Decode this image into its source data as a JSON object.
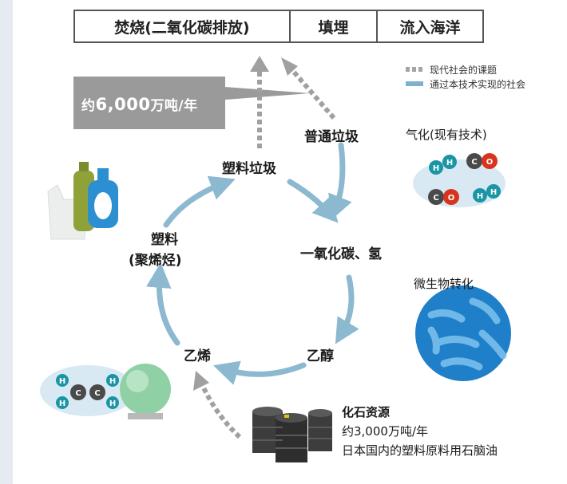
{
  "top_bar": [
    "焚烧(二氧化碳排放)",
    "填埋",
    "流入海洋"
  ],
  "legend": {
    "dotted": "现代社会的课题",
    "solid": "通过本技术实现的社会"
  },
  "emission": {
    "prefix": "约",
    "value": "6,000",
    "unit": "万吨/年"
  },
  "nodes": {
    "general_waste": "普通垃圾",
    "plastic_waste": "塑料垃圾",
    "co_h2": "一氧化碳、氢",
    "ethanol": "乙醇",
    "ethylene": "乙烯",
    "plastic": "塑料",
    "polyolefin": "(聚烯烃)"
  },
  "gasification": "气化(现有技术)",
  "microbial": "微生物转化",
  "fossil": {
    "title": "化石资源",
    "amount": "约3,000万吨/年",
    "note": "日本国内的塑料原料用石脑油"
  },
  "molecules": {
    "h": "H",
    "c": "C",
    "o": "O"
  },
  "colors": {
    "solid_arrow": "#8cb8d0",
    "dotted_arrow": "#a0a0a0",
    "gray_box": "#9a9a9a",
    "h_atom": "#1a95a5",
    "c_atom": "#4a4a4a",
    "o_atom": "#d8341c"
  }
}
